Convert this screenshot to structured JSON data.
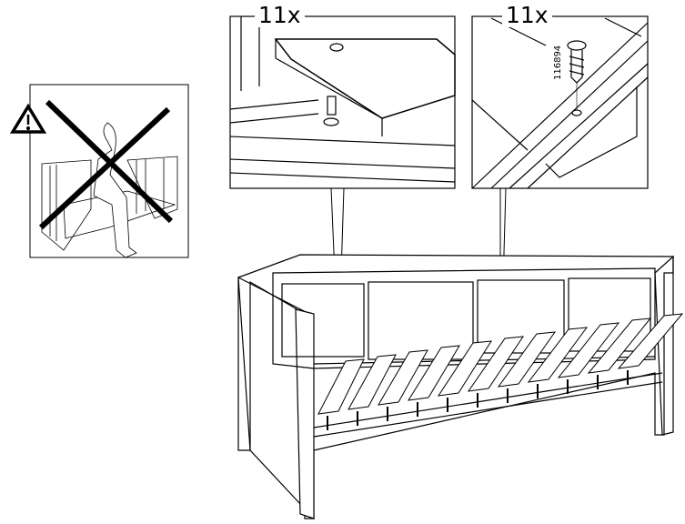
{
  "warning_panel": {
    "icon": "warning-triangle-icon",
    "meaning": "do-not-sit"
  },
  "detail_left": {
    "quantity_label": "11x"
  },
  "detail_right": {
    "quantity_label": "11x",
    "part_number": "116894"
  },
  "colors": {
    "ink": "#000000",
    "background": "#ffffff"
  }
}
